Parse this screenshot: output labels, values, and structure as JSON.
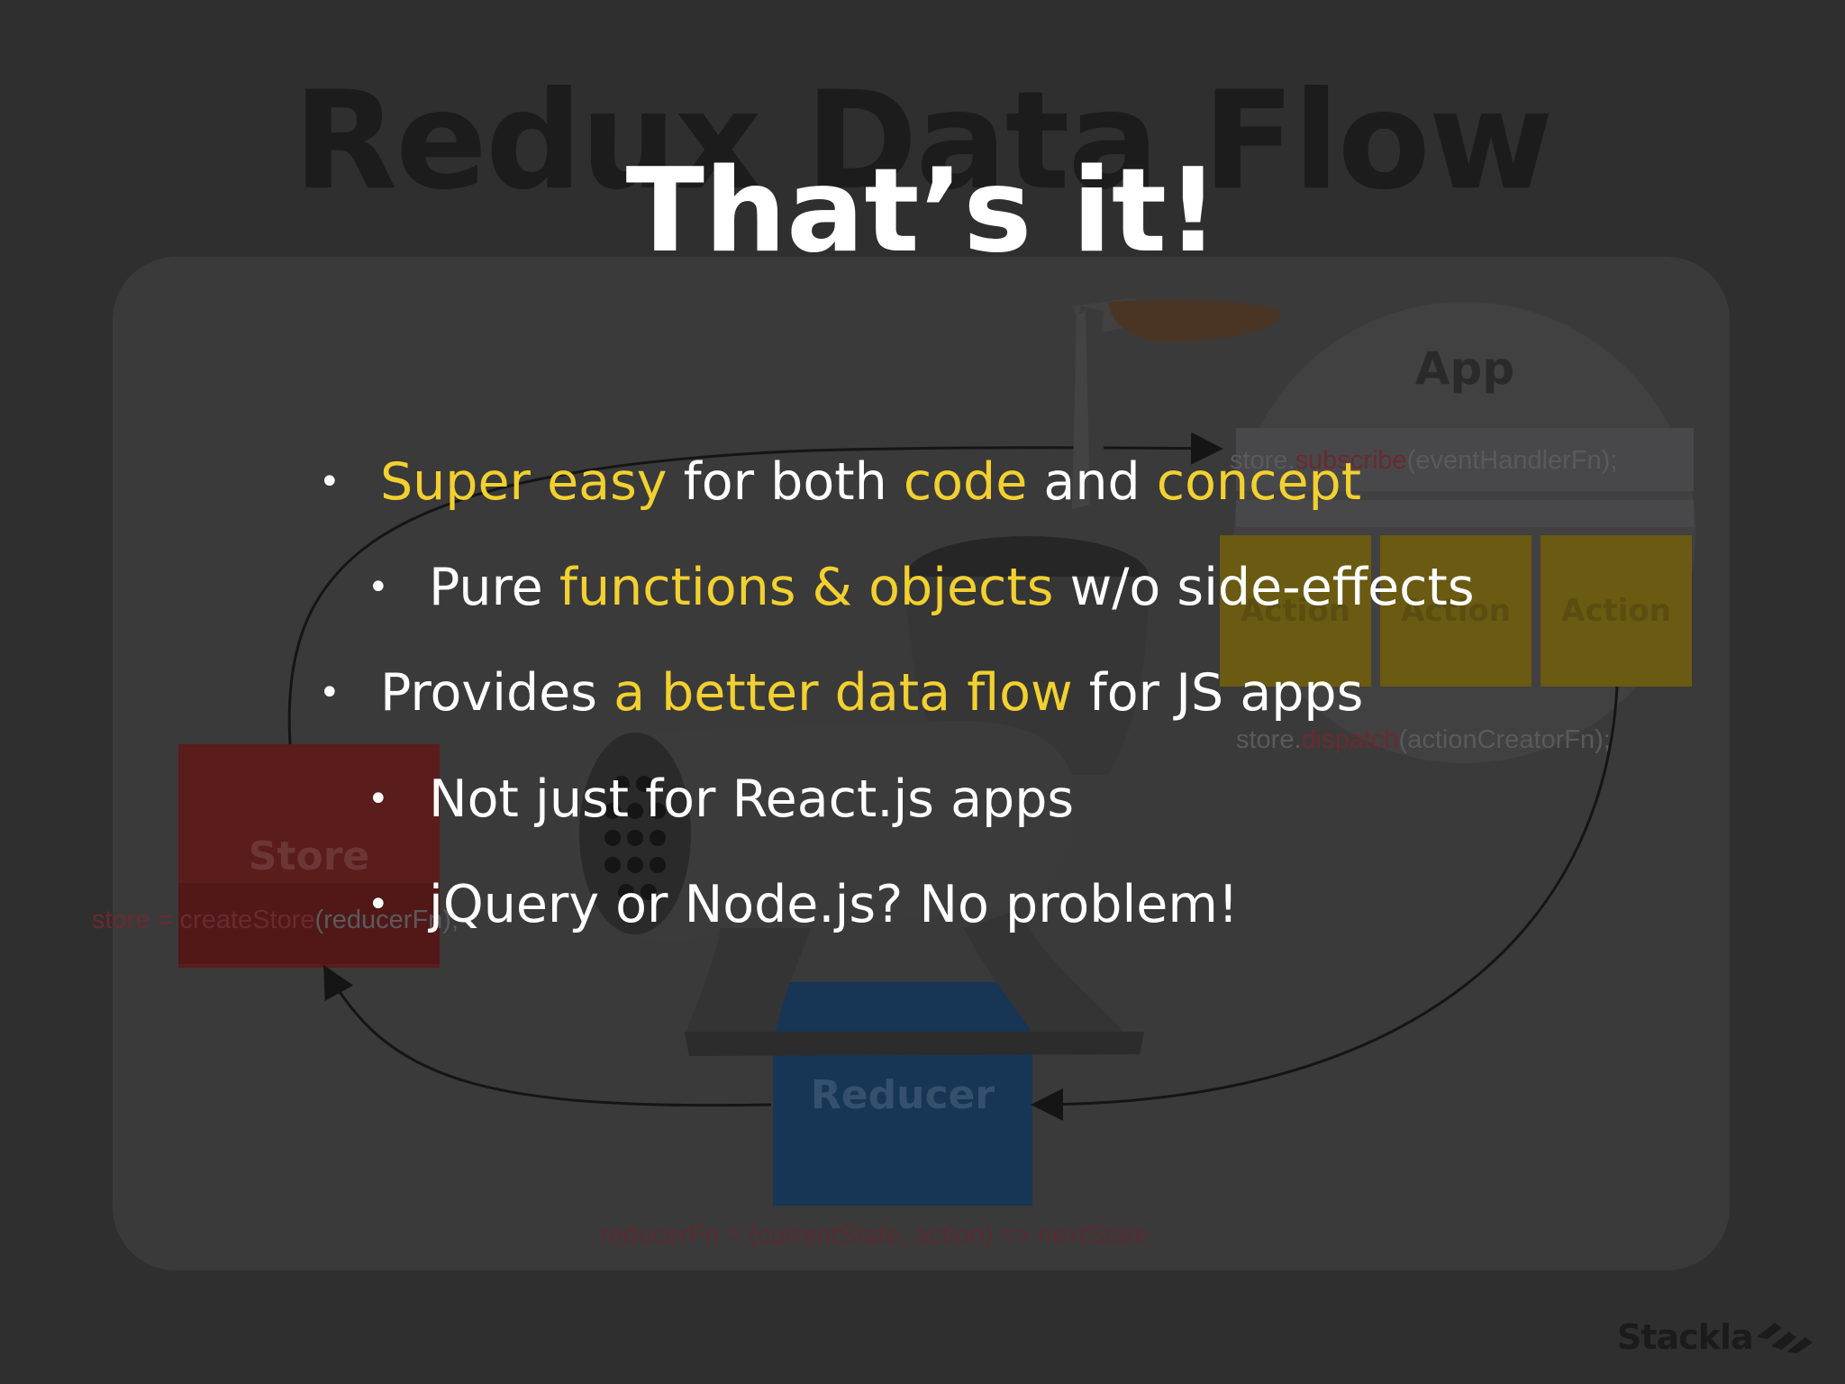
{
  "background": {
    "diagram_title": "Redux Data Flow",
    "app_label": "App",
    "subscribe_code": {
      "prefix": "store.",
      "method": "subscribe",
      "args": "(eventHandlerFn);"
    },
    "actions": [
      "Action",
      "Action",
      "Action"
    ],
    "dispatch_code": {
      "prefix": "store.",
      "method": "dispatch",
      "args": "(actionCreatorFn);"
    },
    "store_label": "Store",
    "store_code": {
      "prefix": "store = ",
      "method": "createStore",
      "args": "(reducerFn);"
    },
    "reducer_label": "Reducer",
    "reducer_code": "reducerFn = (currentState, action) => nextState"
  },
  "slide": {
    "title": "That’s it!",
    "bullets": [
      {
        "parts": [
          "Super easy",
          " for both ",
          "code",
          " and ",
          "concept"
        ]
      },
      {
        "parts": [
          "Pure ",
          "functions & objects",
          " w/o side-effects"
        ]
      },
      {
        "parts": [
          "Provides ",
          "a better data flow",
          " for JS apps"
        ]
      },
      {
        "text": "Not just for React.js apps"
      },
      {
        "text": "jQuery or Node.js? No problem!"
      }
    ],
    "bullet_symbol": "•"
  },
  "brand": {
    "logo_text": "Stackla"
  },
  "colors": {
    "highlight": "#f2d02f",
    "text": "#ffffff",
    "background": "#2f2f30"
  }
}
